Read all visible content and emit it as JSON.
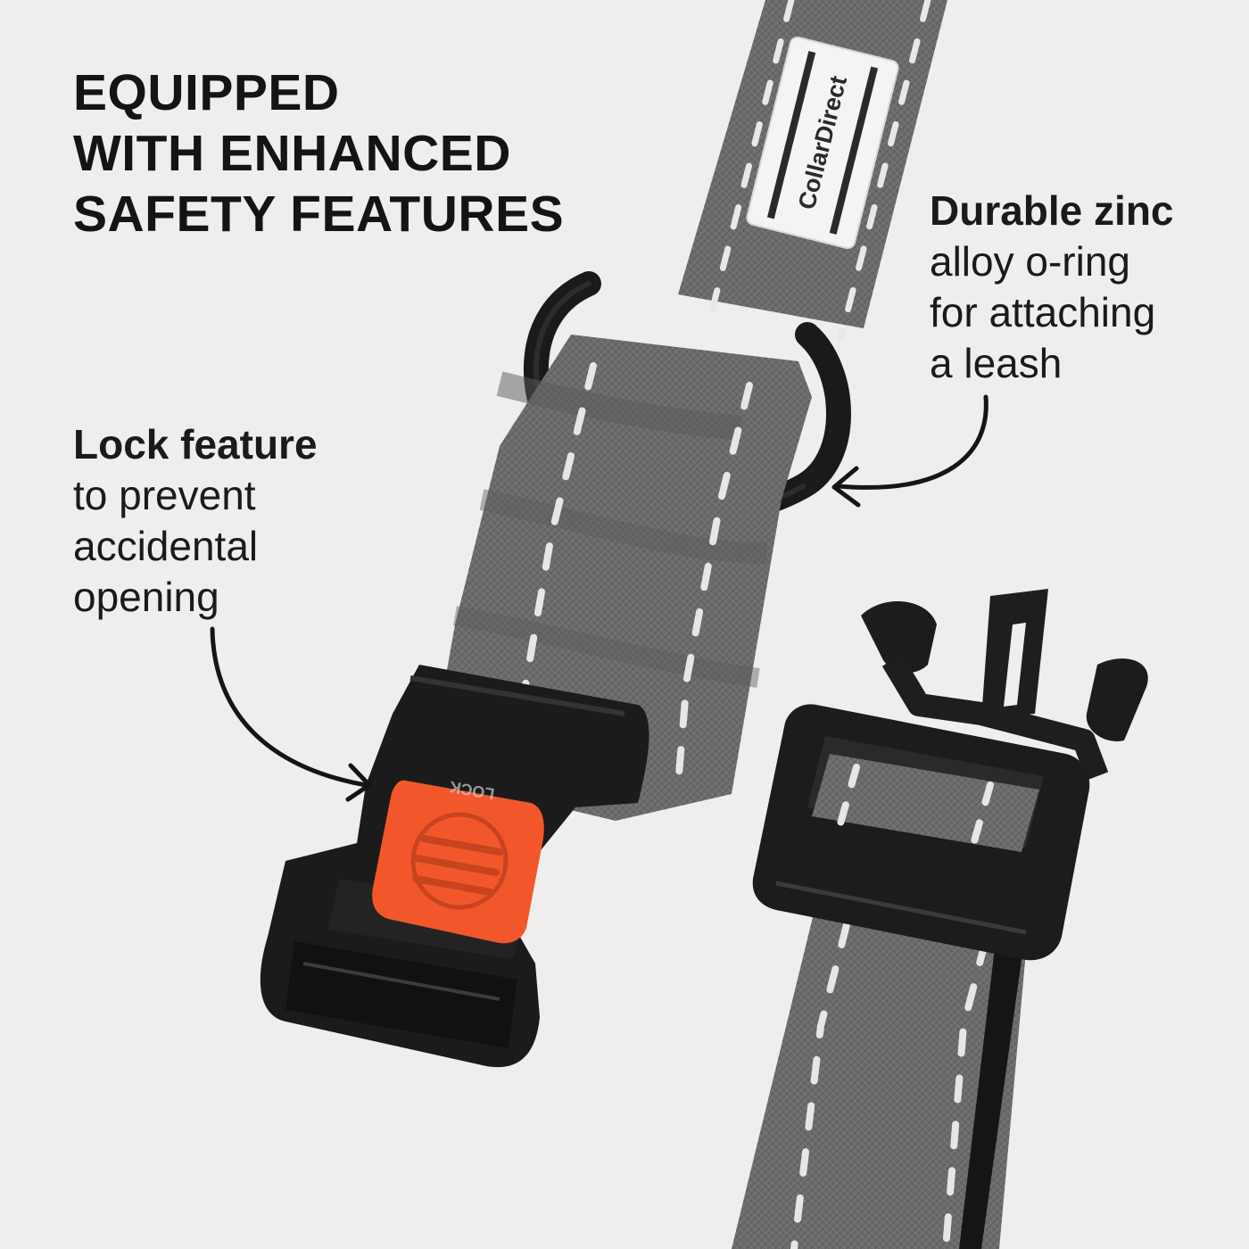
{
  "headline": {
    "line1": "EQUIPPED",
    "line2": "WITH ENHANCED",
    "line3": "SAFETY FEATURES"
  },
  "callouts": {
    "lock": {
      "bold": "Lock feature",
      "lines": [
        "to prevent",
        "accidental",
        "opening"
      ]
    },
    "ring": {
      "bold": "Durable zinc",
      "lines": [
        "alloy o-ring",
        "for attaching",
        "a leash"
      ]
    }
  },
  "product": {
    "brand_tag": "CollarDirect",
    "buckle_text": "LOCK",
    "colors": {
      "background": "#efeeed",
      "webbing": "#6b6b6b",
      "reflective_stitch": "#e6e6e6",
      "buckle": "#1c1c1c",
      "lock_button": "#f2572b"
    }
  }
}
